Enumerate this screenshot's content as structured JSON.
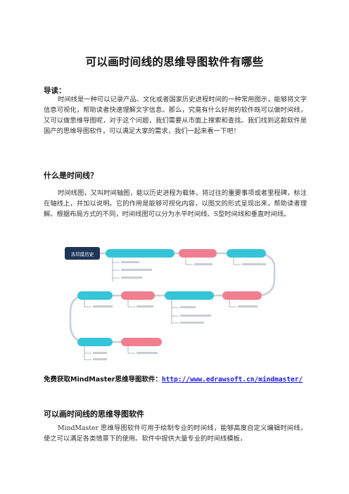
{
  "title": "可以画时间线的思维导图软件有哪些",
  "lead_heading": "导读：",
  "lead_text": "时间线是一种可以记录产品、文化或者国家历史进程时间的一种常用图示，能够将文字信息可视化，帮助读者快速理解文字信息。那么，究竟有什么好用的软件既可以做时间线，又可以做思维导图呢，对于这个问题，我们需要从市面上搜索和查找。我们找到这款软件是国产的思维导图软件，可以满足大家的需求，我们一起来看一下吧！",
  "section1_heading": "什么是时间线？",
  "section1_text": "时间线图，又叫时间轴图，能以历史进程为载体，将过往的重要事项或者里程碑，标注在轴线上，并加以说明。它的作用是能够可视化内容，以图文的形式呈现出来，帮助读者理解。根据布局方式的不同，时间线图可以分为水平时间线、S型时间线和垂直时间线。",
  "timeline": {
    "root": "古印度历史",
    "accent_colors": {
      "navy": "#1f3557",
      "cyan": "#35c4d8",
      "pink": "#f07f8f",
      "line": "#b8c0c8"
    }
  },
  "download": {
    "label": "免费获取MindMaster思维导图软件：",
    "url": "http://www.edrawsoft.cn/mindmaster/"
  },
  "section2_heading": "可以画时间线的思维导图软件",
  "section2_text": "MindMaster 思维导图软件可用于绘制专业的时间线，能够高度自定义编辑时间线，使之可以满足各类情景下的使用。软件中提供大量专业的时间线模板，"
}
